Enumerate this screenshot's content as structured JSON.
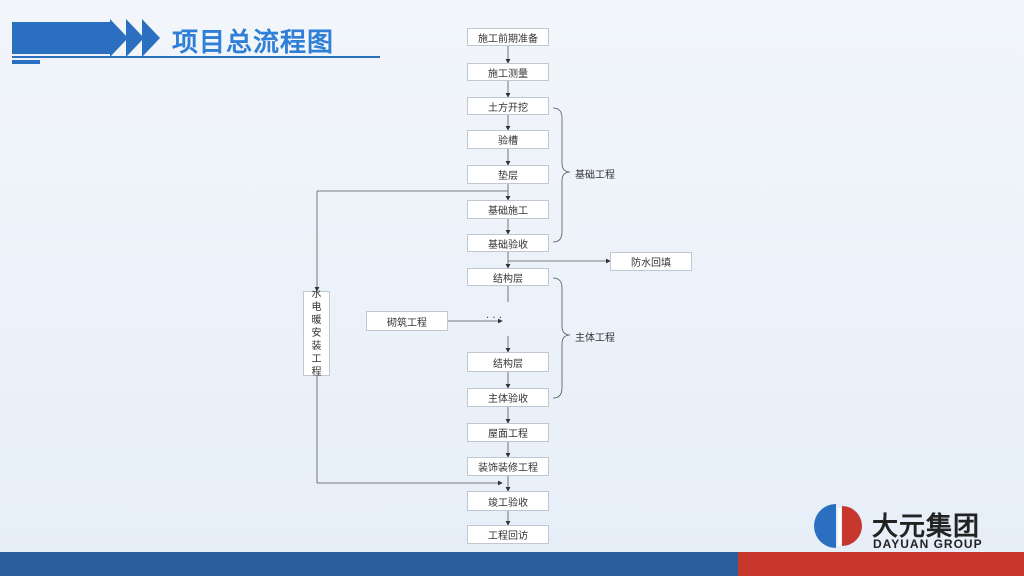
{
  "slide": {
    "title": "项目总流程图"
  },
  "flow": {
    "steps": [
      "施工前期准备",
      "施工测量",
      "土方开挖",
      "验槽",
      "垫层",
      "基础施工",
      "基础验收",
      "结构层",
      "结构层",
      "主体验收",
      "屋面工程",
      "装饰装修工程",
      "竣工验收",
      "工程回访"
    ],
    "ellipsis": "·  ·  ·",
    "groups": {
      "foundation": "基础工程",
      "main": "主体工程"
    },
    "side_out": "防水回填",
    "side_in": "砌筑工程",
    "vertical": [
      "水",
      "电",
      "暖",
      "安",
      "装",
      "工",
      "程"
    ]
  },
  "logo": {
    "cn": "大元集团",
    "en": "DAYUAN GROUP"
  },
  "colors": {
    "accent": "#2b6fc0",
    "footer_blue": "#2a5f9e",
    "footer_red": "#c8372d"
  }
}
